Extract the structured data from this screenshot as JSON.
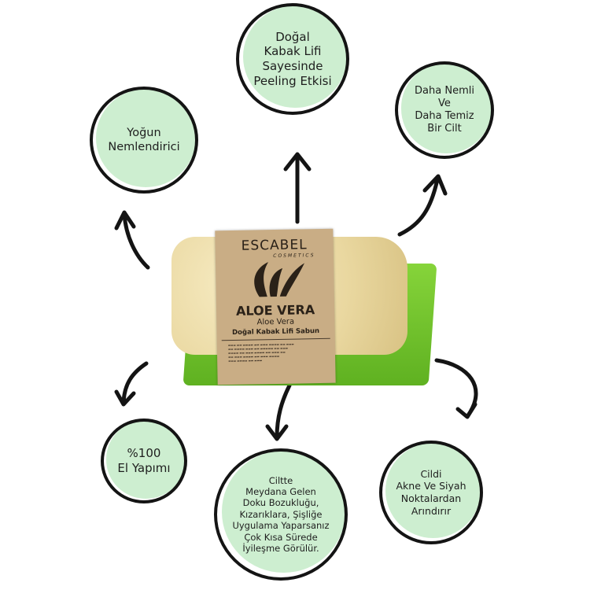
{
  "features": [
    {
      "id": "peeling",
      "text": "Doğal\nKabak Lifi\nSayesinde\nPeeling Etkisi"
    },
    {
      "id": "moist",
      "text": "Daha Nemli\nVe\nDaha Temiz\nBir Cilt"
    },
    {
      "id": "intense",
      "text": "Yoğun\nNemlendirici"
    },
    {
      "id": "handmade",
      "text": "%100\nEl Yapımı"
    },
    {
      "id": "healing",
      "text": "Ciltte\nMeydana Gelen\nDoku Bozukluğu,\nKızarıklara, Şişliğe\nUygulama Yaparsanız\nÇok Kısa Sürede\nİyileşme Görülür."
    },
    {
      "id": "acne",
      "text": "Cildi\nAkne Ve Siyah\nNoktalardan\nArındırır"
    }
  ],
  "product": {
    "brand": "ESCABEL",
    "brand_sub": "COSMETICS",
    "title": "ALOE VERA",
    "subtitle": "Aloe Vera",
    "name": "Doğal Kabak Lifi Sabun"
  },
  "colors": {
    "bubble_fill": "#cdeed0",
    "ring": "#141414",
    "soap": "#6cc22a",
    "loofah": "#eedda6",
    "label": "#c9ad85"
  }
}
